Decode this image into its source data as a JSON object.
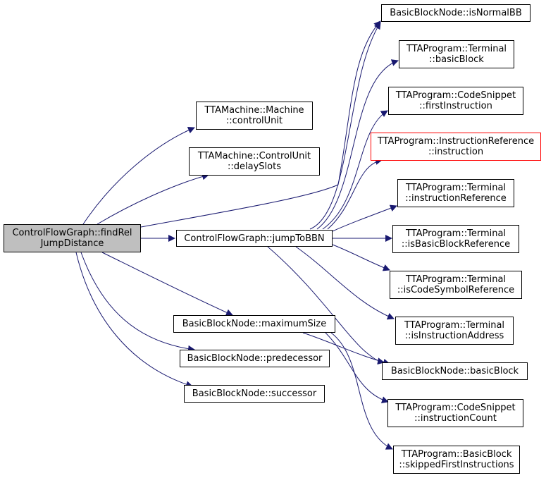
{
  "colors": {
    "edge": "#191970",
    "root_fill": "#bfbfbf",
    "highlight_border": "#ff0000"
  },
  "nodes": {
    "root": [
      "ControlFlowGraph::findRel",
      "JumpDistance"
    ],
    "machine_control_unit": [
      "TTAMachine::Machine",
      "::controlUnit"
    ],
    "control_unit_delay_slots": [
      "TTAMachine::ControlUnit",
      "::delaySlots"
    ],
    "jump_to_bbn": [
      "ControlFlowGraph::jumpToBBN"
    ],
    "maximum_size": [
      "BasicBlockNode::maximumSize"
    ],
    "predecessor": [
      "BasicBlockNode::predecessor"
    ],
    "successor": [
      "BasicBlockNode::successor"
    ],
    "is_normal_bb": [
      "BasicBlockNode::isNormalBB"
    ],
    "terminal_basic_block": [
      "TTAProgram::Terminal",
      "::basicBlock"
    ],
    "code_snippet_first_instruction": [
      "TTAProgram::CodeSnippet",
      "::firstInstruction"
    ],
    "instruction_reference_instruction": [
      "TTAProgram::InstructionReference",
      "::instruction"
    ],
    "terminal_instruction_reference": [
      "TTAProgram::Terminal",
      "::instructionReference"
    ],
    "terminal_is_basic_block_reference": [
      "TTAProgram::Terminal",
      "::isBasicBlockReference"
    ],
    "terminal_is_code_symbol_reference": [
      "TTAProgram::Terminal",
      "::isCodeSymbolReference"
    ],
    "terminal_is_instruction_address": [
      "TTAProgram::Terminal",
      "::isInstructionAddress"
    ],
    "basic_block_node_basic_block": [
      "BasicBlockNode::basicBlock"
    ],
    "code_snippet_instruction_count": [
      "TTAProgram::CodeSnippet",
      "::instructionCount"
    ],
    "basic_block_skipped_first_instructions": [
      "TTAProgram::BasicBlock",
      "::skippedFirstInstructions"
    ]
  }
}
